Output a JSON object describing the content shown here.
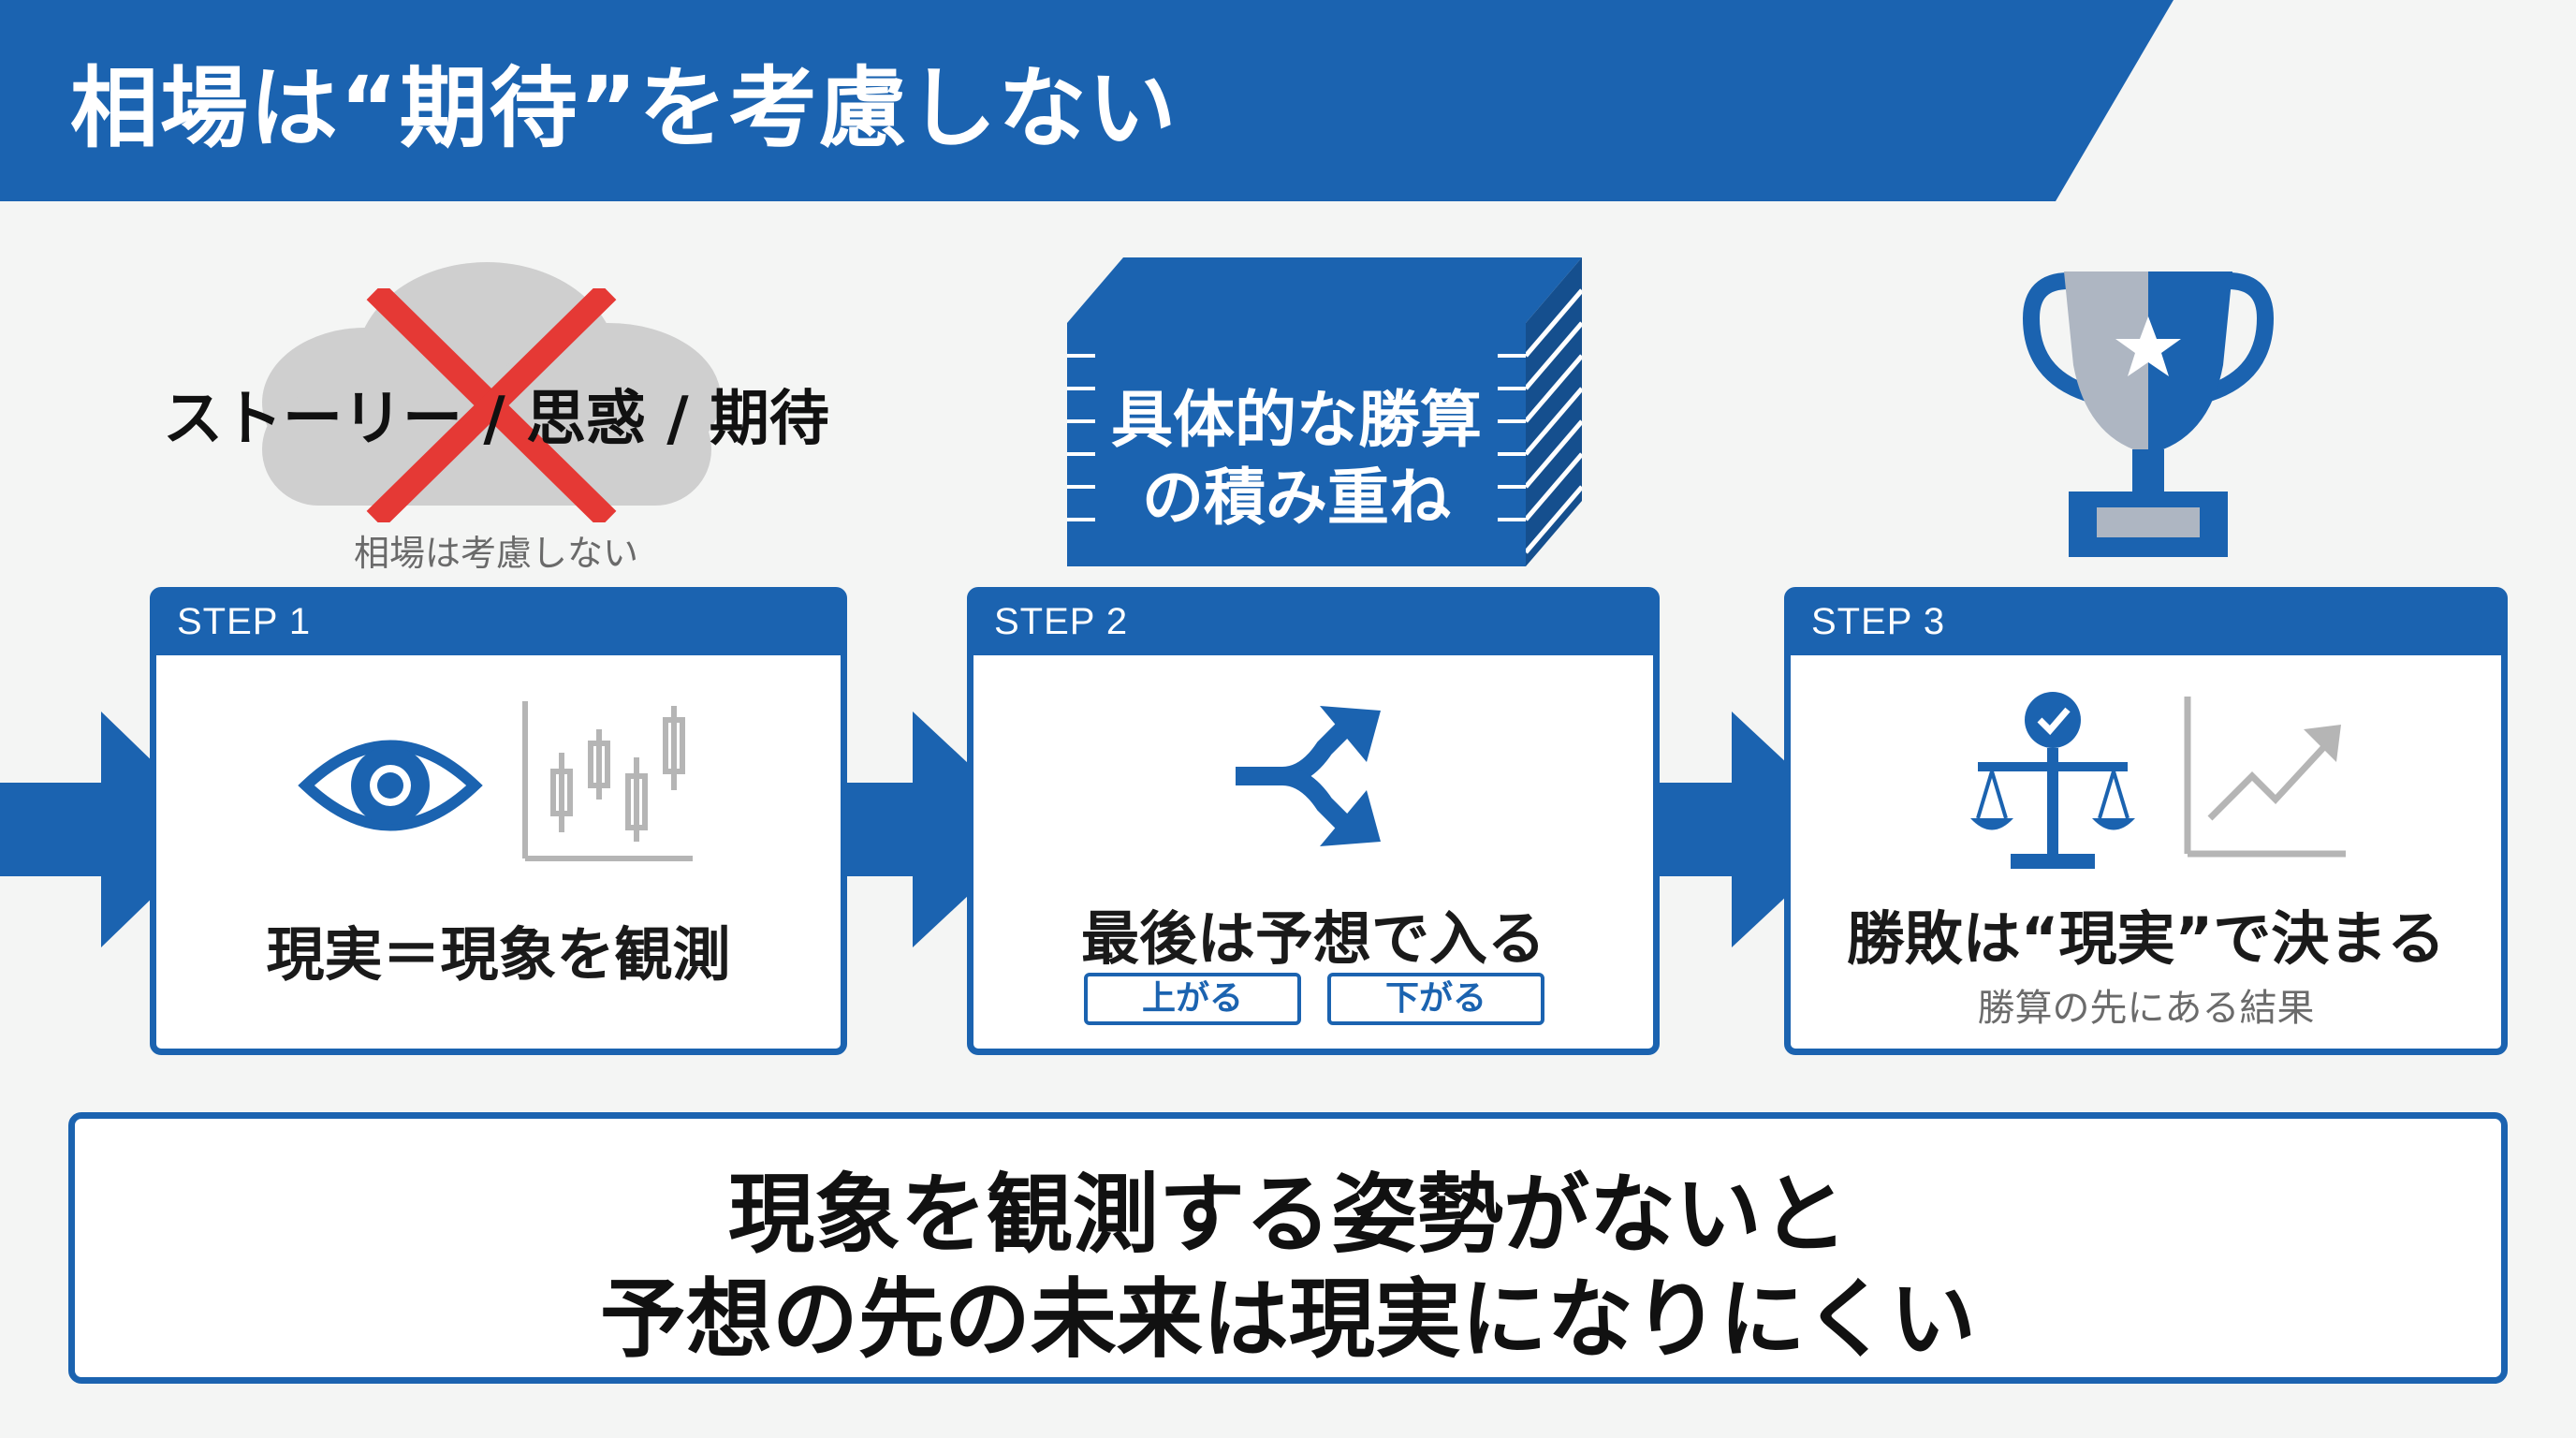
{
  "title": "相場は“期待”を考慮しない",
  "top_cloud": {
    "crossed_text": "ストーリー / 思惑 / 期待",
    "note": "相場は考慮しない"
  },
  "top_stack": {
    "line1": "具体的な勝算",
    "line2": "の積み重ね"
  },
  "steps": [
    {
      "label": "STEP 1",
      "caption": "現実＝現象を観測"
    },
    {
      "label": "STEP 2",
      "caption": "最後は予想で入る",
      "options": [
        "上がる",
        "下がる"
      ]
    },
    {
      "label": "STEP 3",
      "caption": "勝敗は“現実”で決まる",
      "note": "勝算の先にある結果"
    }
  ],
  "summary": {
    "line1": "現象を観測する姿勢がないと",
    "line2": "予想の先の未来は現実になりにくい"
  },
  "colors": {
    "primary": "#1b63b0",
    "cross": "#e53935",
    "muted": "#b5b5b5",
    "background": "#f4f5f4"
  },
  "icons": [
    "cloud-icon",
    "cross-icon",
    "stack-icon",
    "trophy-icon",
    "eye-icon",
    "candlestick-chart-icon",
    "branch-arrows-icon",
    "scales-icon",
    "growth-chart-icon",
    "arrow-right-icon"
  ]
}
